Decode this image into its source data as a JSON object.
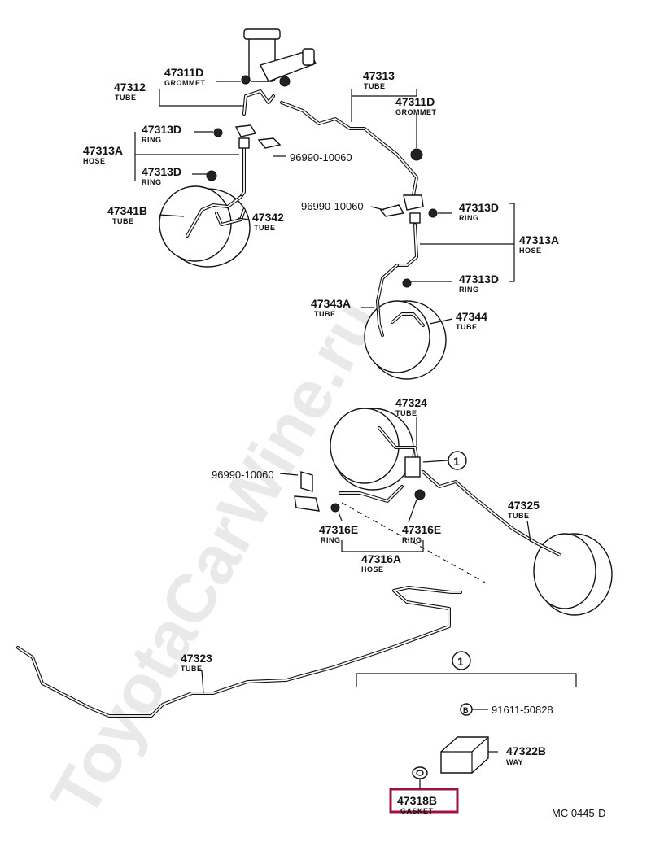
{
  "watermark": "ToyotaCarWine.ru",
  "diagram_code": "MC 0445-D",
  "circle_ref": "1",
  "bolt_symbol": "B",
  "colors": {
    "highlight": "#a0123c",
    "ink": "#111111"
  },
  "parts": {
    "p47312": {
      "number": "47312",
      "desc": "TUBE"
    },
    "p47311d_top": {
      "number": "47311D",
      "desc": "GROMMET"
    },
    "p47313": {
      "number": "47313",
      "desc": "TUBE"
    },
    "p47311d_right": {
      "number": "47311D",
      "desc": "GROMMET"
    },
    "p47313d_a": {
      "number": "47313D",
      "desc": "RING"
    },
    "p47313a_left": {
      "number": "47313A",
      "desc": "HOSE"
    },
    "p47313d_b": {
      "number": "47313D",
      "desc": "RING"
    },
    "p96990_a": {
      "number": "96990-10060"
    },
    "p96990_b": {
      "number": "96990-10060"
    },
    "p47341b": {
      "number": "47341B",
      "desc": "TUBE"
    },
    "p47342": {
      "number": "47342",
      "desc": "TUBE"
    },
    "p47313d_c": {
      "number": "47313D",
      "desc": "RING"
    },
    "p47313a_right": {
      "number": "47313A",
      "desc": "HOSE"
    },
    "p47313d_d": {
      "number": "47313D",
      "desc": "RING"
    },
    "p47343a": {
      "number": "47343A",
      "desc": "TUBE"
    },
    "p47344": {
      "number": "47344",
      "desc": "TUBE"
    },
    "p47324": {
      "number": "47324",
      "desc": "TUBE"
    },
    "p96990_c": {
      "number": "96990-10060"
    },
    "p47325": {
      "number": "47325",
      "desc": "TUBE"
    },
    "p47316e_a": {
      "number": "47316E",
      "desc": "RING"
    },
    "p47316e_b": {
      "number": "47316E",
      "desc": "RING"
    },
    "p47316a": {
      "number": "47316A",
      "desc": "HOSE"
    },
    "p47323": {
      "number": "47323",
      "desc": "TUBE"
    },
    "p91611": {
      "number": "91611-50828"
    },
    "p47322b": {
      "number": "47322B",
      "desc": "WAY"
    },
    "p47318b": {
      "number": "47318B",
      "desc": "GASKET"
    }
  }
}
